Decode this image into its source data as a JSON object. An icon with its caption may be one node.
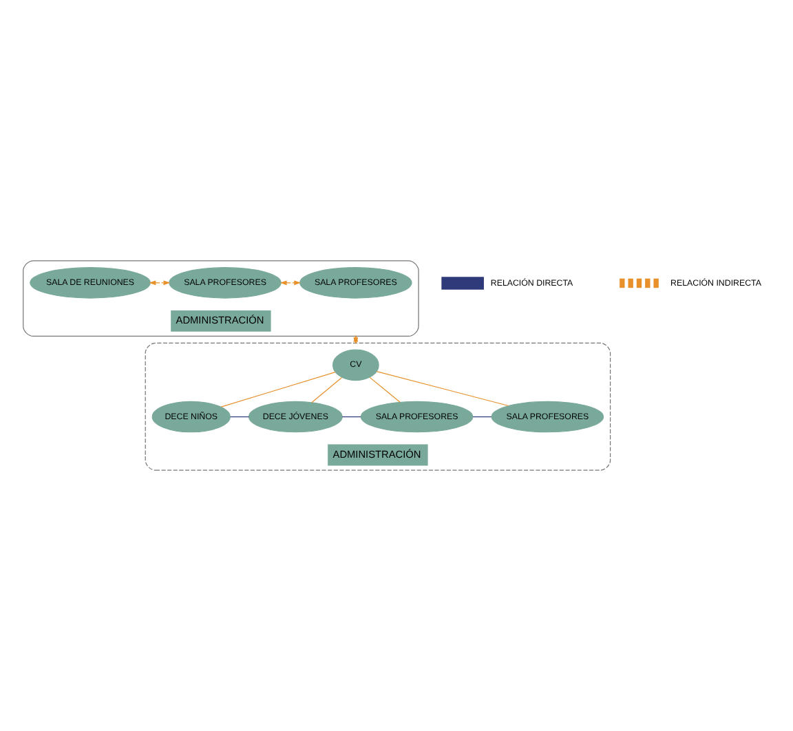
{
  "diagram": {
    "nodes": [
      {
        "text": [
          "ADMINISTRACIÓN"
        ]
      },
      {
        "text": [
          "SALA DE REUNIONES"
        ],
        "in": 0
      },
      {
        "text": [
          "SALA PROFESORES"
        ],
        "in": 0
      },
      {
        "text": [
          "SALA PROFESORES"
        ],
        "in": 0
      },
      {
        "text": [
          "ADMINISTRACIÓN"
        ]
      },
      {
        "text": [
          "CV"
        ],
        "in": 4
      },
      {
        "text": [
          "DECE NIÑOS"
        ],
        "in": 4
      },
      {
        "text": [
          "DECE JÓVENES"
        ],
        "in": 4
      },
      {
        "text": [
          "SALA PROFESORES"
        ],
        "in": 4
      },
      {
        "text": [
          "SALA PROFESORES"
        ],
        "in": 4
      }
    ],
    "edges": [
      {
        "from": 1,
        "to": 2,
        "arrow": "both",
        "style": "dashed"
      },
      {
        "from": 2,
        "to": 3,
        "arrow": "both",
        "style": "dashed"
      },
      {
        "from": 0,
        "to": 4,
        "arrow": "both",
        "style": "dashed"
      },
      {
        "from": 5,
        "to": 6,
        "arrow": "none"
      },
      {
        "from": 5,
        "to": 7,
        "arrow": "none"
      },
      {
        "from": 5,
        "to": 8,
        "arrow": "none"
      },
      {
        "from": 5,
        "to": 9,
        "arrow": "none"
      },
      {
        "from": 6,
        "to": 7,
        "arrow": "none",
        "color": "#2e3a7a"
      },
      {
        "from": 7,
        "to": 8,
        "arrow": "none",
        "color": "#2e3a7a"
      },
      {
        "from": 8,
        "to": 9,
        "arrow": "none",
        "color": "#2e3a7a"
      }
    ],
    "legend": [
      {
        "text": "RELACIÓN DIRECTA"
      },
      {
        "text": "RELACIÓN INDIRECTA"
      }
    ]
  }
}
